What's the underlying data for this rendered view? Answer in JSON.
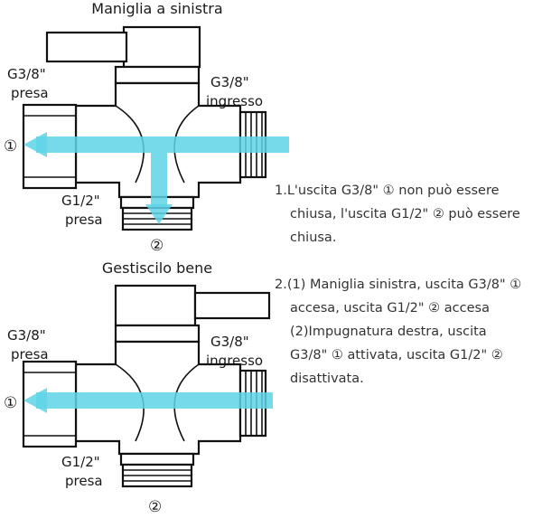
{
  "colors": {
    "flow": "#5fd3e8",
    "outline": "#111111"
  },
  "top": {
    "title": "Maniglia a sinistra",
    "left_label": [
      "G3/8\"",
      "presa"
    ],
    "right_label": [
      "G3/8\"",
      "ingresso"
    ],
    "bottom_label": [
      "G1/2\"",
      "presa"
    ],
    "marker_left": "①",
    "marker_bottom": "②"
  },
  "bottom": {
    "title": "Gestiscilo bene",
    "left_label": [
      "G3/8\"",
      "presa"
    ],
    "right_label": [
      "G3/8\"",
      "ingresso"
    ],
    "bottom_label": [
      "G1/2\"",
      "presa"
    ],
    "marker_left": "①",
    "marker_bottom": "②"
  },
  "notes": [
    {
      "lines": [
        "1.L'uscita G3/8\" ① non può essere",
        "chiusa, l'uscita G1/2\" ② può essere",
        "chiusa."
      ]
    },
    {
      "lines": [
        "2.(1) Maniglia sinistra, uscita G3/8\" ①",
        "accesa, uscita G1/2\" ② accesa",
        "(2)Impugnatura destra, uscita",
        "G3/8\" ① attivata, uscita G1/2\" ②",
        "disattivata."
      ]
    }
  ]
}
